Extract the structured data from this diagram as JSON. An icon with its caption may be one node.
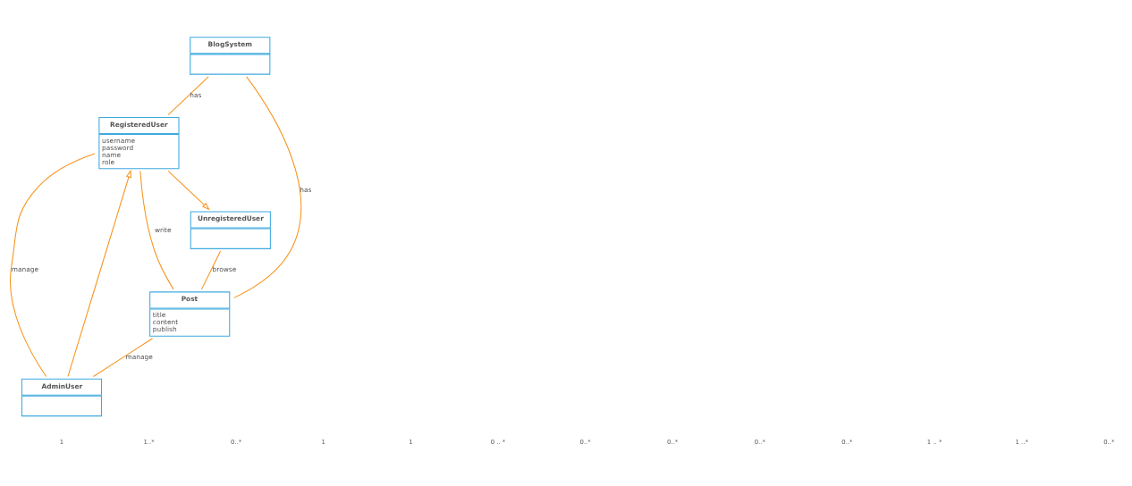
{
  "diagram": {
    "nodes": [
      {
        "text": [
          "BlogSystem"
        ]
      },
      {
        "text": [
          "RegisteredUser",
          "username",
          "password",
          "name",
          "role"
        ]
      },
      {
        "text": [
          "UnregisteredUser"
        ]
      },
      {
        "text": [
          "Post",
          "title",
          "content",
          "publish"
        ]
      },
      {
        "text": [
          "AdminUser"
        ]
      }
    ],
    "edges": [
      {
        "from": 0,
        "to": 1,
        "arrow": "none",
        "label": "has"
      },
      {
        "from": 1,
        "to": 2,
        "arrow": "to"
      },
      {
        "from": 1,
        "to": 4,
        "arrow": "none",
        "label": "manage"
      },
      {
        "from": 1,
        "to": 3,
        "arrow": "none",
        "label": "write"
      },
      {
        "from": 0,
        "to": 3,
        "arrow": "none",
        "label": "has"
      },
      {
        "from": 4,
        "to": 1,
        "arrow": "to"
      },
      {
        "from": 3,
        "to": 4,
        "arrow": "none",
        "label": "manage"
      },
      {
        "from": 2,
        "to": 3,
        "arrow": "none",
        "label": "browse"
      }
    ],
    "labels": [
      "1",
      "1..*",
      "0..*",
      "1",
      "1",
      "0 .. *",
      "0..*",
      "0..*",
      "0..*",
      "0..*",
      "1 .. *",
      "1 ..*",
      "0..*"
    ]
  }
}
